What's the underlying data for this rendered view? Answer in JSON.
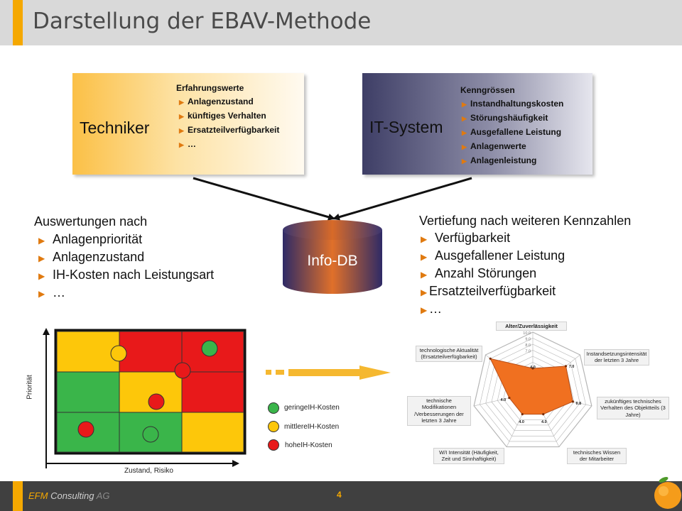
{
  "slide": {
    "title": "Darstellung der EBAV-Methode",
    "page_number": "4"
  },
  "footer": {
    "company_efm": "EFM",
    "company_consulting": "Consulting",
    "company_ag": "AG"
  },
  "techniker_box": {
    "label": "Techniker",
    "heading": "Erfahrungswerte",
    "items": [
      "Anlagenzustand",
      "künftiges Verhalten",
      "Ersatzteilverfügbarkeit",
      "…"
    ]
  },
  "it_box": {
    "label": "IT-System",
    "heading": "Kenngrössen",
    "items": [
      "Instandhaltungskosten",
      "Störungshäufigkeit",
      "Ausgefallene Leistung",
      "Anlagenwerte",
      "Anlagenleistung"
    ]
  },
  "info_db": {
    "label": "Info-DB"
  },
  "left_column": {
    "heading": "Auswertungen nach",
    "items": [
      "Anlagenpriorität",
      "Anlagenzustand",
      "IH-Kosten nach Leistungsart",
      "…"
    ]
  },
  "right_column": {
    "heading": "Vertiefung nach weiteren Kennzahlen",
    "items": [
      "Verfügbarkeit",
      "Ausgefallener Leistung",
      "Anzahl Störungen",
      "Ersatzteilverfügbarkeit",
      "…"
    ]
  },
  "matrix": {
    "y_label": "Priorität",
    "x_label": "Zustand, Risiko",
    "colors": {
      "red": "#e8191a",
      "yellow": "#fdc70a",
      "green": "#3ab54a"
    }
  },
  "legend": {
    "items": [
      {
        "label": "geringeIH-Kosten",
        "color": "#3ab54a"
      },
      {
        "label": "mittlereIH-Kosten",
        "color": "#fdc70a"
      },
      {
        "label": "hoheIH-Kosten",
        "color": "#e8191a"
      }
    ]
  },
  "radar": {
    "top_label": "Alter/Zuverlässigkeit",
    "scale_ticks": [
      "10.0",
      "9.0",
      "8.0",
      "7.0"
    ],
    "labels": [
      "technologische Aktualität (Ersatzteilverfügbarkeit)",
      "Instandsetzungsintensität der letzten 3 Jahre",
      "zukünftiges technisches Verhalten des Objektteils (3 Jahre)",
      "technisches Wissen der Mitarbeiter",
      "W/I Intensität (Häufigkeit, Zeit und Sinnhaftigkeit)",
      "technische Modifikationen /Verbesserungen der letzten 3 Jahre"
    ],
    "value_labels": [
      "7.0",
      "6.8",
      "4.0",
      "4.0",
      "4.0",
      "4.0"
    ],
    "fill_color": "#f07020"
  },
  "chart_data": {
    "type": "radar",
    "axes": [
      "Alter/Zuverlässigkeit",
      "Instandsetzungsintensität der letzten 3 Jahre",
      "zukünftiges technisches Verhalten des Objektteils (3 Jahre)",
      "technisches Wissen der Mitarbeiter",
      "W/I Intensität (Häufigkeit, Zeit und Sinnhaftigkeit)",
      "technische Modifikationen /Verbesserungen der letzten 3 Jahre",
      "technologische Aktualität (Ersatzteilverfügbarkeit)"
    ],
    "values": [
      4.0,
      7.0,
      6.8,
      4.0,
      4.0,
      4.0,
      9.0
    ],
    "range": [
      0,
      10
    ]
  }
}
